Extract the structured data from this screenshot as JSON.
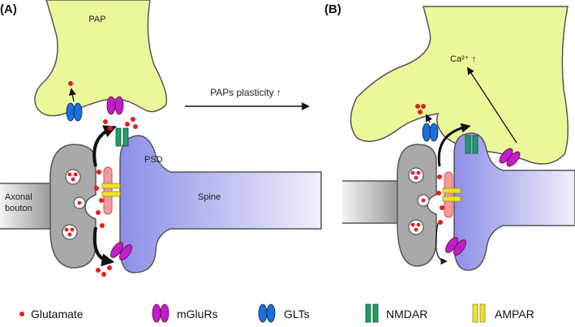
{
  "panels": {
    "a": {
      "label": "(A)",
      "pap": "PAP",
      "psd": "PSD",
      "axon_line1": "Axonal",
      "axon_line2": "bouton",
      "spine": "Spine"
    },
    "b": {
      "label": "(B)",
      "ca": "Ca²⁺ ↑"
    }
  },
  "transition": {
    "label": "PAPs plasticity ↑"
  },
  "legend": {
    "glutamate": "Glutamate",
    "mglurs": "mGluRs",
    "glts": "GLTs",
    "nmdar": "NMDAR",
    "ampar": "AMPAR"
  },
  "colors": {
    "pap_fill": "#ecf79a",
    "bouton_fill": "#a9a9a9",
    "spine_fill": "#a4a4ee",
    "psd_fill": "#f39a9a",
    "glutamate": "#e41f1f",
    "mglur": "#c21ccf",
    "glt": "#1a6fe0",
    "nmdar": "#1fa05a",
    "ampar": "#f3e11a"
  }
}
